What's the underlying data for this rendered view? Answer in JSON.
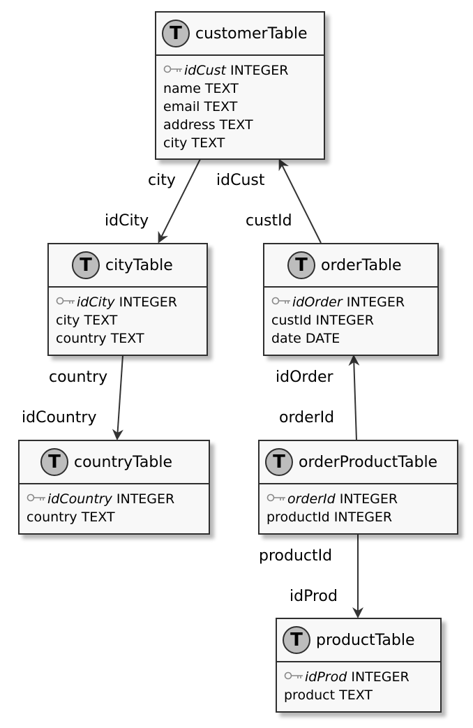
{
  "entities": {
    "customer": {
      "name": "customerTable",
      "pk": {
        "name": "idCust",
        "type": "INTEGER"
      },
      "fields": [
        "name TEXT",
        "email TEXT",
        "address TEXT",
        "city TEXT"
      ]
    },
    "city": {
      "name": "cityTable",
      "pk": {
        "name": "idCity",
        "type": "INTEGER"
      },
      "fields": [
        "city TEXT",
        "country TEXT"
      ]
    },
    "order": {
      "name": "orderTable",
      "pk": {
        "name": "idOrder",
        "type": "INTEGER"
      },
      "fields": [
        "custId INTEGER",
        "date DATE"
      ]
    },
    "country": {
      "name": "countryTable",
      "pk": {
        "name": "idCountry",
        "type": "INTEGER"
      },
      "fields": [
        "country TEXT"
      ]
    },
    "orderProduct": {
      "name": "orderProductTable",
      "pk": {
        "name": "orderId",
        "type": "INTEGER"
      },
      "fields": [
        "productId INTEGER"
      ]
    },
    "product": {
      "name": "productTable",
      "pk": {
        "name": "idProd",
        "type": "INTEGER"
      },
      "fields": [
        "product TEXT"
      ]
    }
  },
  "entity_icon_letter": "T",
  "relationships": [
    {
      "from": "customerTable",
      "from_label": "city",
      "to": "cityTable",
      "to_label": "idCity"
    },
    {
      "from": "orderTable",
      "from_label": "custId",
      "to": "customerTable",
      "to_label": "idCust"
    },
    {
      "from": "cityTable",
      "from_label": "country",
      "to": "countryTable",
      "to_label": "idCountry"
    },
    {
      "from": "orderProductTable",
      "from_label": "orderId",
      "to": "orderTable",
      "to_label": "idOrder"
    },
    {
      "from": "orderProductTable",
      "from_label": "productId",
      "to": "productTable",
      "to_label": "idProd"
    }
  ],
  "colors": {
    "border": "#2f2f2f",
    "fill": "#f8f8f8",
    "icon_fill": "#bdbdbd",
    "line": "#333333"
  }
}
